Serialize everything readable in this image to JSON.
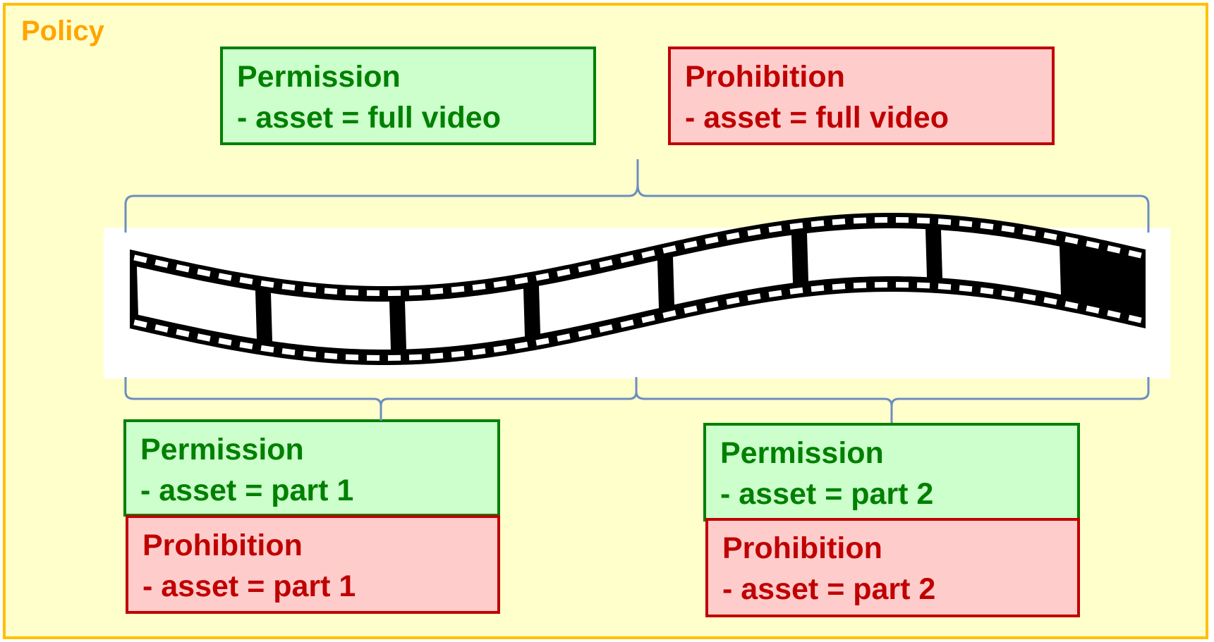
{
  "policy": {
    "title": "Policy"
  },
  "full_video": {
    "permission": {
      "heading": "Permission",
      "asset": "- asset = full video"
    },
    "prohibition": {
      "heading": "Prohibition",
      "asset": "- asset = full video"
    }
  },
  "part1": {
    "permission": {
      "heading": "Permission",
      "asset": "- asset = part 1"
    },
    "prohibition": {
      "heading": "Prohibition",
      "asset": "- asset = part 1"
    }
  },
  "part2": {
    "permission": {
      "heading": "Permission",
      "asset": "- asset = part 2"
    },
    "prohibition": {
      "heading": "Prohibition",
      "asset": "- asset = part 2"
    }
  },
  "colors": {
    "policy_border": "#ffc000",
    "policy_bg": "#ffffcc",
    "policy_title": "#ffa500",
    "permission": "#008000",
    "permission_bg": "#ccffcc",
    "prohibition": "#c00000",
    "prohibition_bg": "#ffcccc",
    "brace": "#6c8ebf"
  },
  "icons": {
    "film": "film-strip-icon"
  }
}
